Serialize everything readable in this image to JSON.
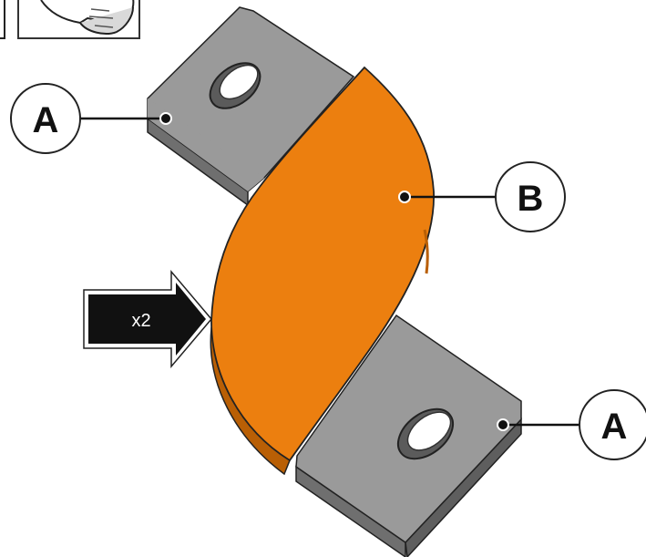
{
  "callouts": {
    "upper_a": "A",
    "lower_a": "A",
    "b": "B"
  },
  "quantity_arrow": {
    "label": "x2"
  },
  "colors": {
    "insulator": "#ec7f0f",
    "busbar_top": "#9a9a9a",
    "busbar_side": "#6f6f6f",
    "outline": "#222222"
  },
  "icons": {
    "corner_panel_left": "frame-corner",
    "corner_panel_right": "hand-wearing-glove-icon"
  }
}
